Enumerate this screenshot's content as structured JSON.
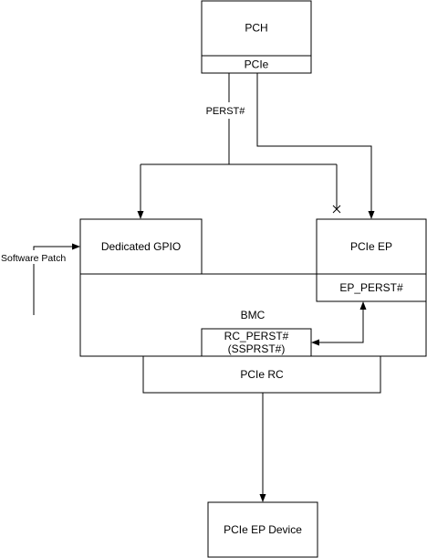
{
  "nodes": {
    "pch": "PCH",
    "pch_pcie": "PCIe",
    "dedicated_gpio": "Dedicated GPIO",
    "pcie_ep": "PCIe EP",
    "ep_perst": "EP_PERST#",
    "bmc": "BMC",
    "rc_perst_line1": "RC_PERST#",
    "rc_perst_line2": "(SSPRST#)",
    "pcie_rc": "PCIe RC",
    "pcie_ep_device": "PCIe EP Device"
  },
  "edges": {
    "perst_label": "PERST#",
    "software_patch_label": "Software Patch"
  }
}
